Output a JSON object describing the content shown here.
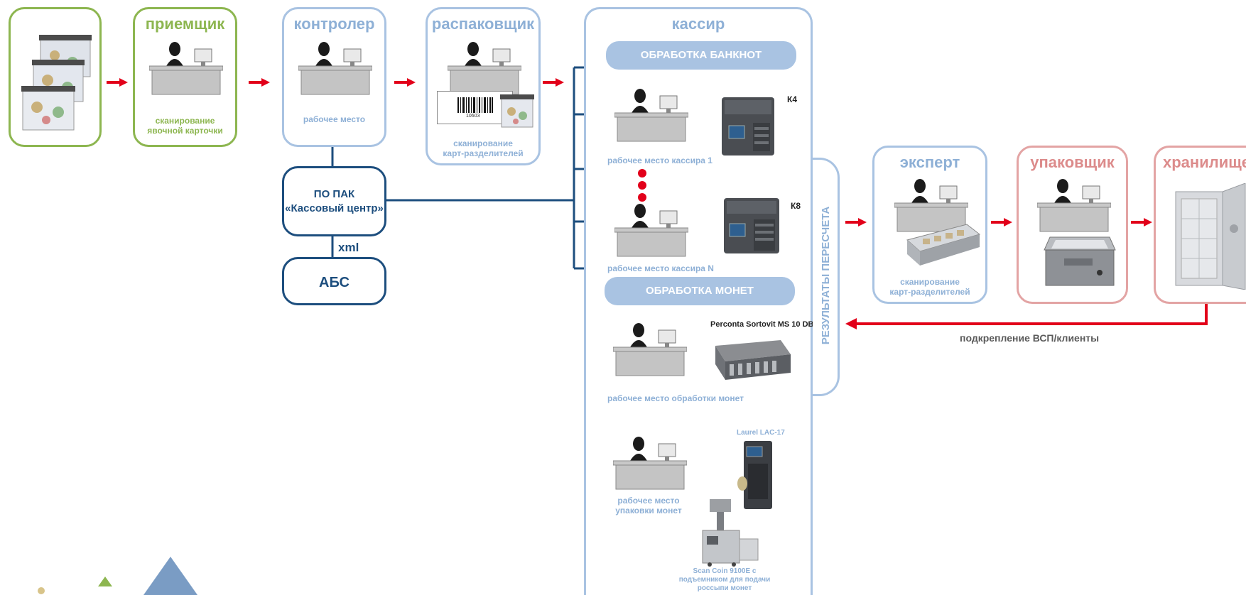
{
  "stages": {
    "receiver": {
      "title": "приемщик",
      "caption_line1": "сканирование",
      "caption_line2": "явочной карточки"
    },
    "controller": {
      "title": "контролер",
      "caption": "рабочее место"
    },
    "unpacker": {
      "title": "распаковщик",
      "caption_line1": "сканирование",
      "caption_line2": "карт-разделителей",
      "barcode_text": "10603"
    },
    "cashier": {
      "title": "кассир",
      "banknote_header": "ОБРАБОТКА БАНКНОТ",
      "coin_header": "ОБРАБОТКА МОНЕТ",
      "workstation_1": "рабочее место кассира 1",
      "workstation_n": "рабочее место кассира N",
      "machine_1_label": "К4",
      "machine_n_label": "К8",
      "coin_workstation": "рабочее место обработки монет",
      "coin_machine_label": "Perconta Sortovit MS 10 DB",
      "coin_pack_line1": "рабочее место",
      "coin_pack_line2": "упаковки монет",
      "laurel_label": "Laurel LAC-17",
      "scancoin_line1": "Scan Coin 9100E с",
      "scancoin_line2": "подъемником для подачи",
      "scancoin_line3": "россыпи монет"
    },
    "results": {
      "label": "РЕЗУЛЬТАТЫ ПЕРЕСЧЕТА"
    },
    "expert": {
      "title": "эксперт",
      "caption_line1": "сканирование",
      "caption_line2": "карт-разделителей"
    },
    "packer": {
      "title": "упаковщик"
    },
    "storage": {
      "title": "хранилище"
    }
  },
  "software": {
    "pak_line1": "ПО ПАК",
    "pak_line2": "«Кассовый центр»",
    "xml_label": "xml",
    "abs_label": "АБС"
  },
  "return_flow": {
    "label": "подкрепление ВСП/клиенты"
  },
  "colors": {
    "green": "#8db650",
    "blue": "#a9c3e2",
    "navy": "#1d4e7e",
    "red_arrow": "#e2001a",
    "red_box": "#e3a4a4"
  },
  "icons": [
    "money-bag-icon",
    "person-at-desk-icon",
    "banknote-counter-icon",
    "coin-sorter-icon",
    "safe-icon"
  ]
}
